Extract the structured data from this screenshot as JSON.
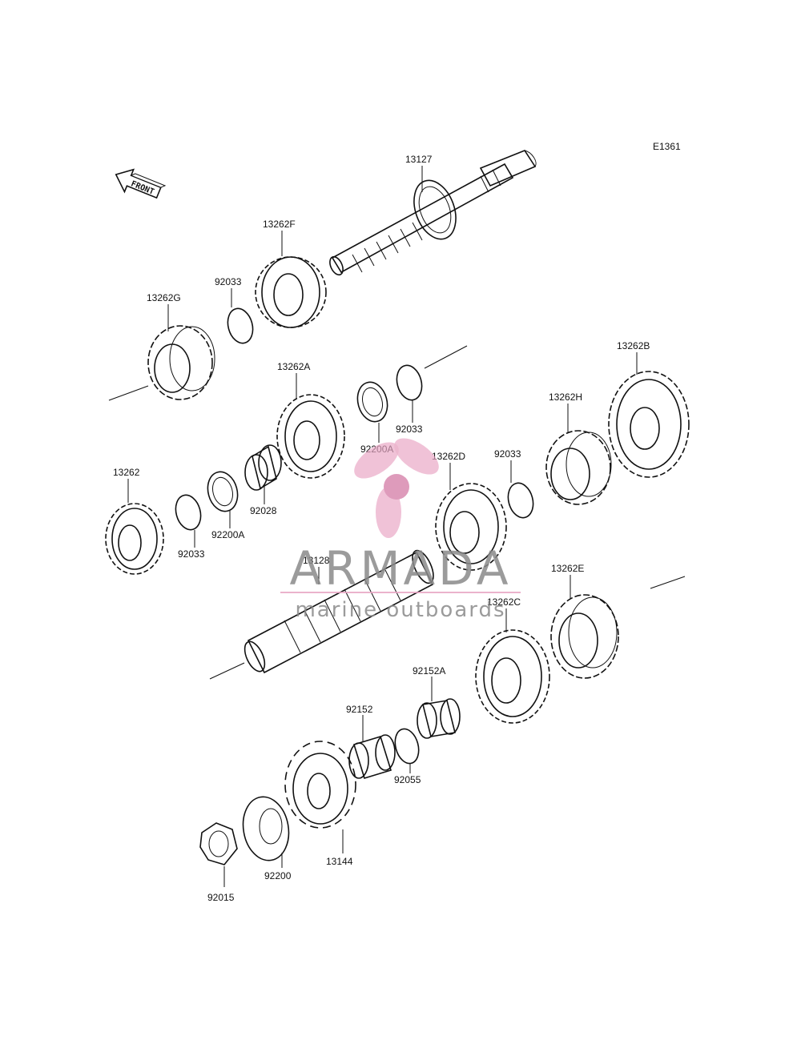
{
  "diagram_code": "E1361",
  "front_label": "FRONT",
  "parts": {
    "p13127": "13127",
    "p13262F": "13262F",
    "p92033_a": "92033",
    "p13262G": "13262G",
    "p13262A": "13262A",
    "p92200A_a": "92200A",
    "p92033_b": "92033",
    "p13262B": "13262B",
    "p13262H": "13262H",
    "p92033_c": "92033",
    "p13262D": "13262D",
    "p13262": "13262",
    "p92033_d": "92033",
    "p92200A_b": "92200A",
    "p92028": "92028",
    "p13128": "13128",
    "p13262E": "13262E",
    "p13262C": "13262C",
    "p92152A": "92152A",
    "p92152": "92152",
    "p92055": "92055",
    "p13144": "13144",
    "p92200": "92200",
    "p92015": "92015"
  },
  "watermark": {
    "brand": "ARMADA",
    "tagline": "marine outboards",
    "brand_color": "#8a8a8a",
    "accent_color": "#e8a6c4",
    "accent_dark": "#d98ab0"
  }
}
